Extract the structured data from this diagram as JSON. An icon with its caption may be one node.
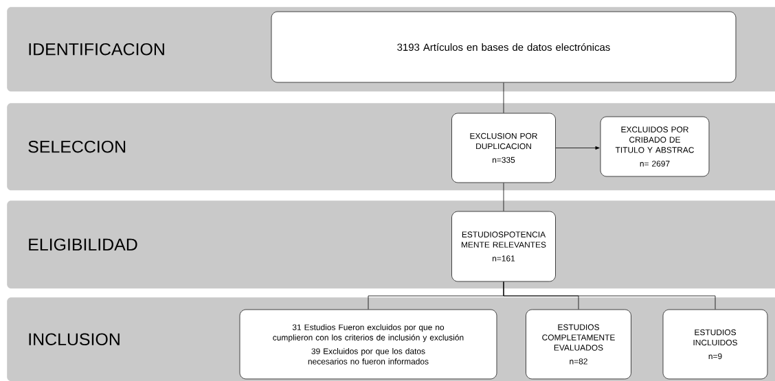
{
  "diagram": {
    "nodes": [
      {
        "text": [
          "IDENTIFICACION"
        ]
      },
      {
        "text": [
          "3193 Artículos en bases de datos electrónicas"
        ],
        "in": 0
      },
      {
        "text": [
          "SELECCION"
        ]
      },
      {
        "text": [
          "EXCLUSION POR DUPLICACION",
          "n=335"
        ],
        "in": 2
      },
      {
        "text": [
          "EXCLUIDOS POR CRIBADO DE TITULO Y ABSTRAC",
          "n= 2697"
        ],
        "in": 2
      },
      {
        "text": [
          "ELIGIBILIDAD"
        ]
      },
      {
        "text": [
          "ESTUDIOSPOTENCIA MENTE RELEVANTES",
          "n=161"
        ],
        "in": 5
      },
      {
        "text": [
          "INCLUSION"
        ]
      },
      {
        "text": [
          "31 Estudios Fueron excluidos por que no cumplieron con los criterios de inclusión y exclusión",
          "39 Excluidos por que los datos necesarios no fueron informados"
        ],
        "in": 7
      },
      {
        "text": [
          "ESTUDIOS COMPLETAMENTE EVALUADOS",
          "n=82"
        ],
        "in": 7
      },
      {
        "text": [
          "ESTUDIOS INCLUIDOS",
          "n=9"
        ],
        "in": 7
      }
    ],
    "edges": [
      {
        "from": 1,
        "to": 3,
        "arrow": "none"
      },
      {
        "from": 3,
        "to": 4,
        "arrow": "to"
      },
      {
        "from": 3,
        "to": 6,
        "arrow": "none"
      },
      {
        "from": 6,
        "to": 8,
        "arrow": "none"
      },
      {
        "from": 6,
        "to": 9,
        "arrow": "none"
      },
      {
        "from": 6,
        "to": 10,
        "arrow": "none"
      }
    ]
  }
}
